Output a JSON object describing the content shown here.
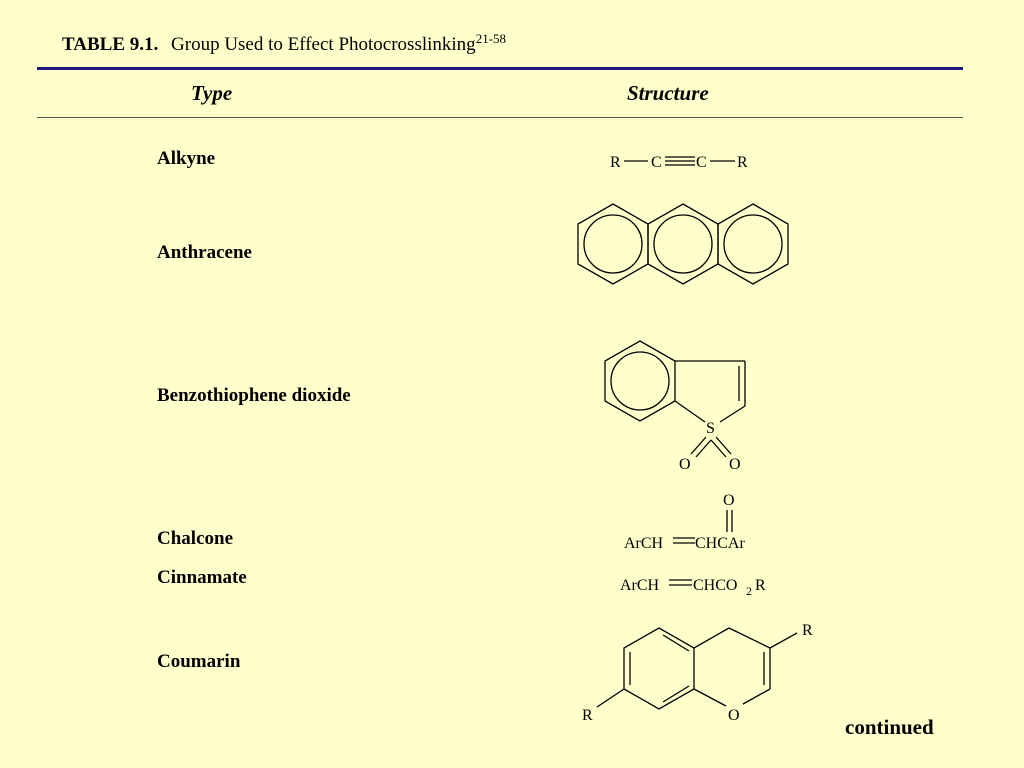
{
  "table": {
    "number": "TABLE 9.1.",
    "title": "Group Used to Effect Photocrosslinking",
    "title_refs": "21-58",
    "headers": {
      "type": "Type",
      "structure": "Structure"
    },
    "rows": [
      {
        "type": "Alkyne",
        "structure": "R—C≡C—R"
      },
      {
        "type": "Anthracene",
        "structure": "anthracene ring"
      },
      {
        "type": "Benzothiophene dioxide",
        "structure": "benzothiophene S,S-dioxide ring"
      },
      {
        "type": "Chalcone",
        "structure": "ArCH=CHC(=O)Ar"
      },
      {
        "type": "Cinnamate",
        "structure": "ArCH=CHCO2R"
      },
      {
        "type": "Coumarin",
        "structure": "substituted chromene ring"
      }
    ],
    "continued": "continued"
  },
  "structure_text": {
    "alkyne_R1": "R",
    "alkyne_C1": "C",
    "alkyne_C2": "C",
    "alkyne_R2": "R",
    "sulfur": "S",
    "oxygen1": "O",
    "oxygen2": "O",
    "chalcone_O": "O",
    "chalcone_left": "ArCH",
    "chalcone_right": "CHCAr",
    "cinnamate_left": "ArCH",
    "cinnamate_right": "CHCO",
    "cinnamate_sub": "2",
    "cinnamate_end": "R",
    "coumarin_R_top": "R",
    "coumarin_R_left": "R",
    "coumarin_O": "O"
  }
}
